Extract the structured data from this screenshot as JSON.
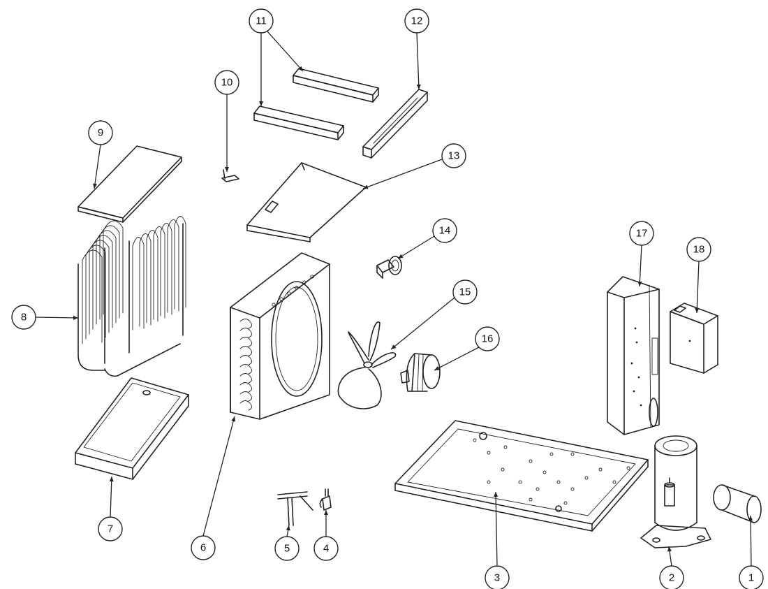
{
  "diagram": {
    "callouts": [
      {
        "id": "c1",
        "label": "1"
      },
      {
        "id": "c2",
        "label": "2"
      },
      {
        "id": "c3",
        "label": "3"
      },
      {
        "id": "c4",
        "label": "4"
      },
      {
        "id": "c5",
        "label": "5"
      },
      {
        "id": "c6",
        "label": "6"
      },
      {
        "id": "c7",
        "label": "7"
      },
      {
        "id": "c8",
        "label": "8"
      },
      {
        "id": "c9",
        "label": "9"
      },
      {
        "id": "c10",
        "label": "10"
      },
      {
        "id": "c11",
        "label": "11"
      },
      {
        "id": "c12",
        "label": "12"
      },
      {
        "id": "c13",
        "label": "13"
      },
      {
        "id": "c14",
        "label": "14"
      },
      {
        "id": "c15",
        "label": "15"
      },
      {
        "id": "c16",
        "label": "16"
      },
      {
        "id": "c17",
        "label": "17"
      },
      {
        "id": "c18",
        "label": "18"
      }
    ]
  }
}
